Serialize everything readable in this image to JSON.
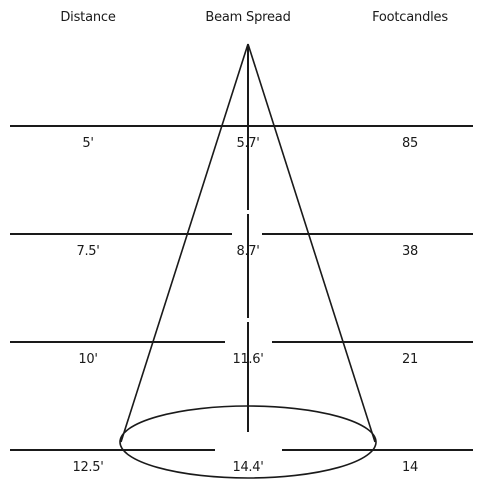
{
  "headers": {
    "distance": "Distance",
    "beam_spread": "Beam Spread",
    "footcandles": "Footcandles"
  },
  "rows": [
    {
      "distance": "5'",
      "beam_spread": "5.7'",
      "footcandles": "85"
    },
    {
      "distance": "7.5'",
      "beam_spread": "8.7'",
      "footcandles": "38"
    },
    {
      "distance": "10'",
      "beam_spread": "11.6'",
      "footcandles": "21"
    },
    {
      "distance": "12.5'",
      "beam_spread": "14.4'",
      "footcandles": "14"
    }
  ]
}
